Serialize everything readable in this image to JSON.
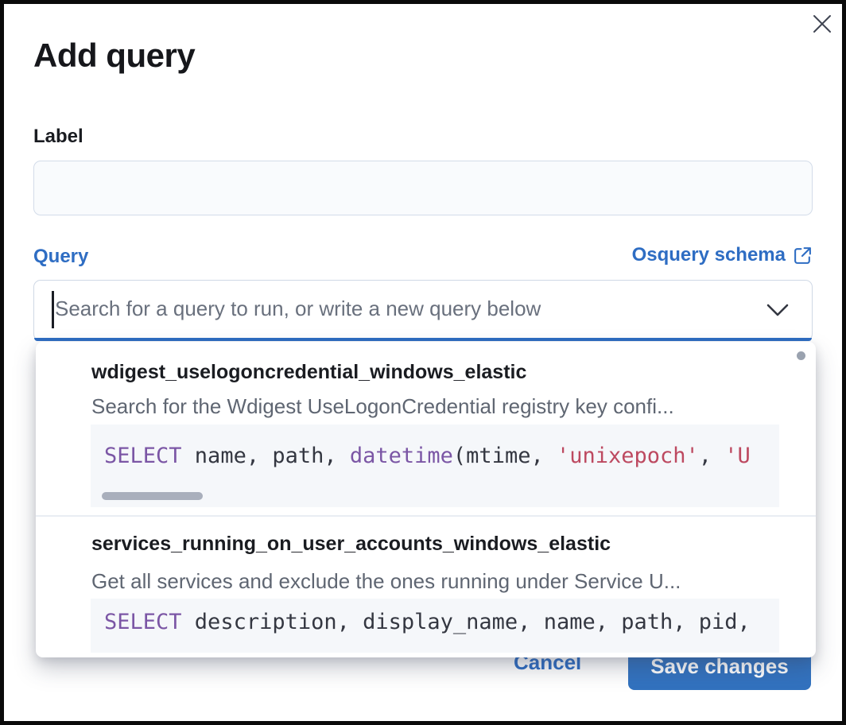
{
  "modal": {
    "title": "Add query"
  },
  "form": {
    "label_field": {
      "label": "Label",
      "value": ""
    },
    "query_field": {
      "label": "Query",
      "schema_link_label": "Osquery schema",
      "combobox_placeholder": "Search for a query to run, or write a new query below"
    }
  },
  "dropdown": {
    "options": [
      {
        "title": "wdigest_uselogoncredential_windows_elastic",
        "description": "Search for the Wdigest UseLogonCredential registry key confi...",
        "sql_tokens": [
          {
            "t": "keyword",
            "v": "SELECT"
          },
          {
            "t": "plain",
            "v": " name, path, "
          },
          {
            "t": "keyword",
            "v": "datetime"
          },
          {
            "t": "plain",
            "v": "(mtime, "
          },
          {
            "t": "string",
            "v": "'unixepoch'"
          },
          {
            "t": "plain",
            "v": ", "
          },
          {
            "t": "string",
            "v": "'U"
          }
        ]
      },
      {
        "title": "services_running_on_user_accounts_windows_elastic",
        "description": "Get all services and exclude the ones running under Service U...",
        "sql_tokens": [
          {
            "t": "keyword",
            "v": "SELECT"
          },
          {
            "t": "plain",
            "v": " description, display_name, name, path, pid,"
          }
        ]
      }
    ]
  },
  "footer": {
    "cancel_label": "Cancel",
    "save_label": "Save changes"
  },
  "icons": {
    "close": "x-cross",
    "external_link": "box-with-arrow",
    "chevron_down": "v-chevron"
  },
  "colors": {
    "primary_blue": "#2e6dc3",
    "save_button_fill": "#3272bf",
    "code_keyword": "#7b56a5",
    "code_string": "#bd4960",
    "code_text": "#343741",
    "code_background": "#f5f7fa",
    "title_text": "#16171b",
    "subdued_text": "#5f6672",
    "placeholder_text": "#69707d",
    "input_border": "#d3dce9",
    "input_background": "#f9fbfd"
  }
}
